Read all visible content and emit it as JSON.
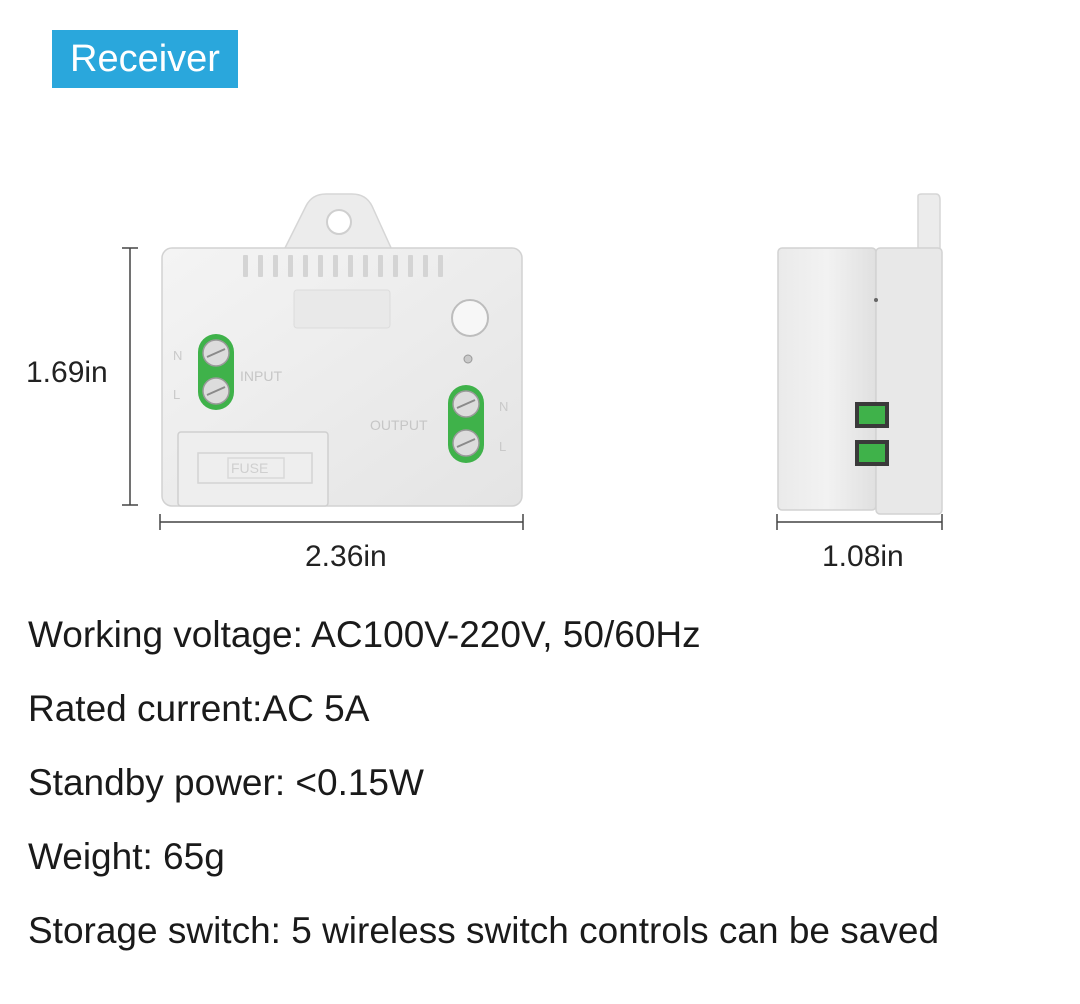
{
  "badge": {
    "label": "Receiver",
    "color": "#2aa7dc"
  },
  "device": {
    "front": {
      "terminal_n_left": "N",
      "terminal_l_left": "L",
      "input_label": "INPUT",
      "output_label": "OUTPUT",
      "terminal_n_right": "N",
      "terminal_l_right": "L",
      "fuse_label": "FUSE",
      "terminal_color": "#3fb24a"
    }
  },
  "dimensions": {
    "height": "1.69in",
    "width": "2.36in",
    "depth": "1.08in"
  },
  "specs": [
    "Working voltage: AC100V-220V, 50/60Hz",
    "Rated current:AC 5A",
    "Standby power: <0.15W",
    "Weight: 65g",
    "Storage switch: 5 wireless switch controls can be saved"
  ]
}
